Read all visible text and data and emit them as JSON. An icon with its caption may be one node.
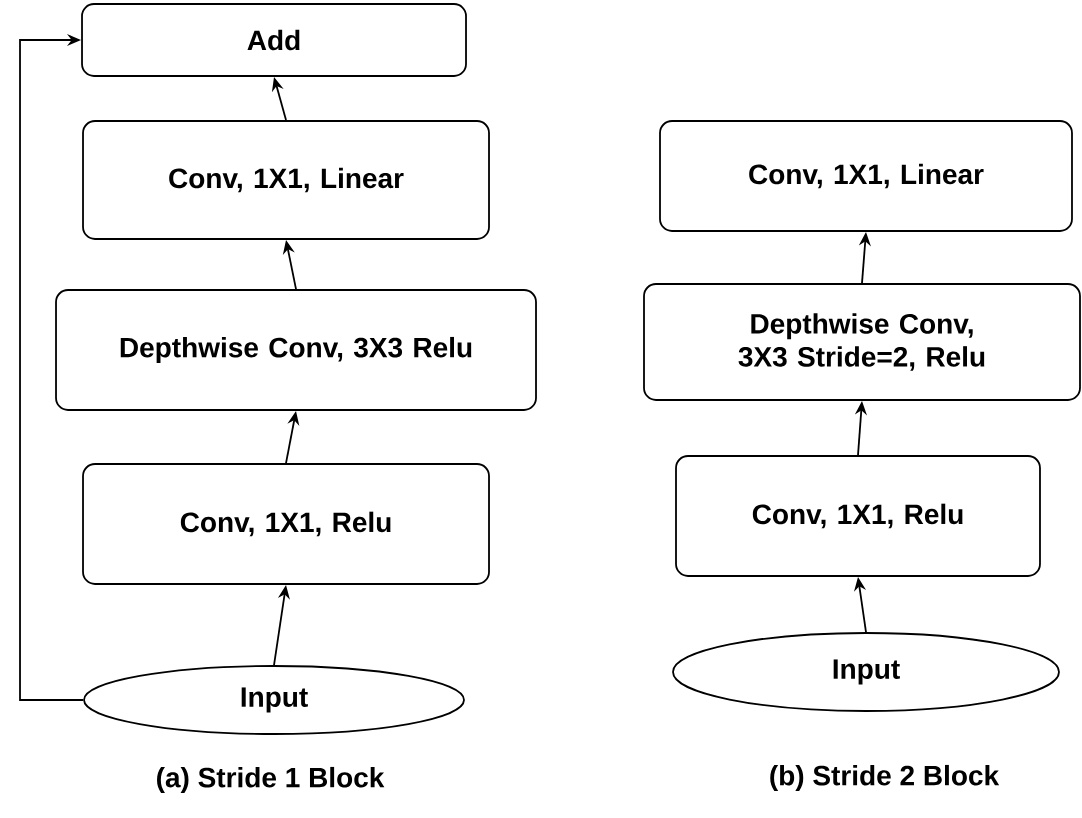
{
  "diagram": {
    "nodes": [
      {
        "text": [
          "Add"
        ]
      },
      {
        "text": [
          "Conv, 1X1, Linear"
        ]
      },
      {
        "text": [
          "Depthwise Conv, 3X3 Relu"
        ]
      },
      {
        "text": [
          "Conv, 1X1, Relu"
        ]
      },
      {
        "text": [
          "Input"
        ]
      },
      {
        "text": [
          "Conv, 1X1, Linear"
        ]
      },
      {
        "text": [
          "Depthwise Conv, 3X3 Stride=2, Relu"
        ]
      },
      {
        "text": [
          "Conv, 1X1, Relu"
        ]
      },
      {
        "text": [
          "Input"
        ]
      }
    ],
    "edges": [
      {
        "from": 4,
        "to": 3,
        "arrow": "to"
      },
      {
        "from": 3,
        "to": 2,
        "arrow": "to"
      },
      {
        "from": 2,
        "to": 1,
        "arrow": "to"
      },
      {
        "from": 1,
        "to": 0,
        "arrow": "to"
      },
      {
        "from": 4,
        "to": 0,
        "arrow": "to"
      },
      {
        "from": 8,
        "to": 7,
        "arrow": "to"
      },
      {
        "from": 7,
        "to": 6,
        "arrow": "to"
      },
      {
        "from": 6,
        "to": 5,
        "arrow": "to"
      }
    ],
    "labels": [
      "(a) Stride 1 Block",
      "(b) Stride 2 Block"
    ]
  }
}
